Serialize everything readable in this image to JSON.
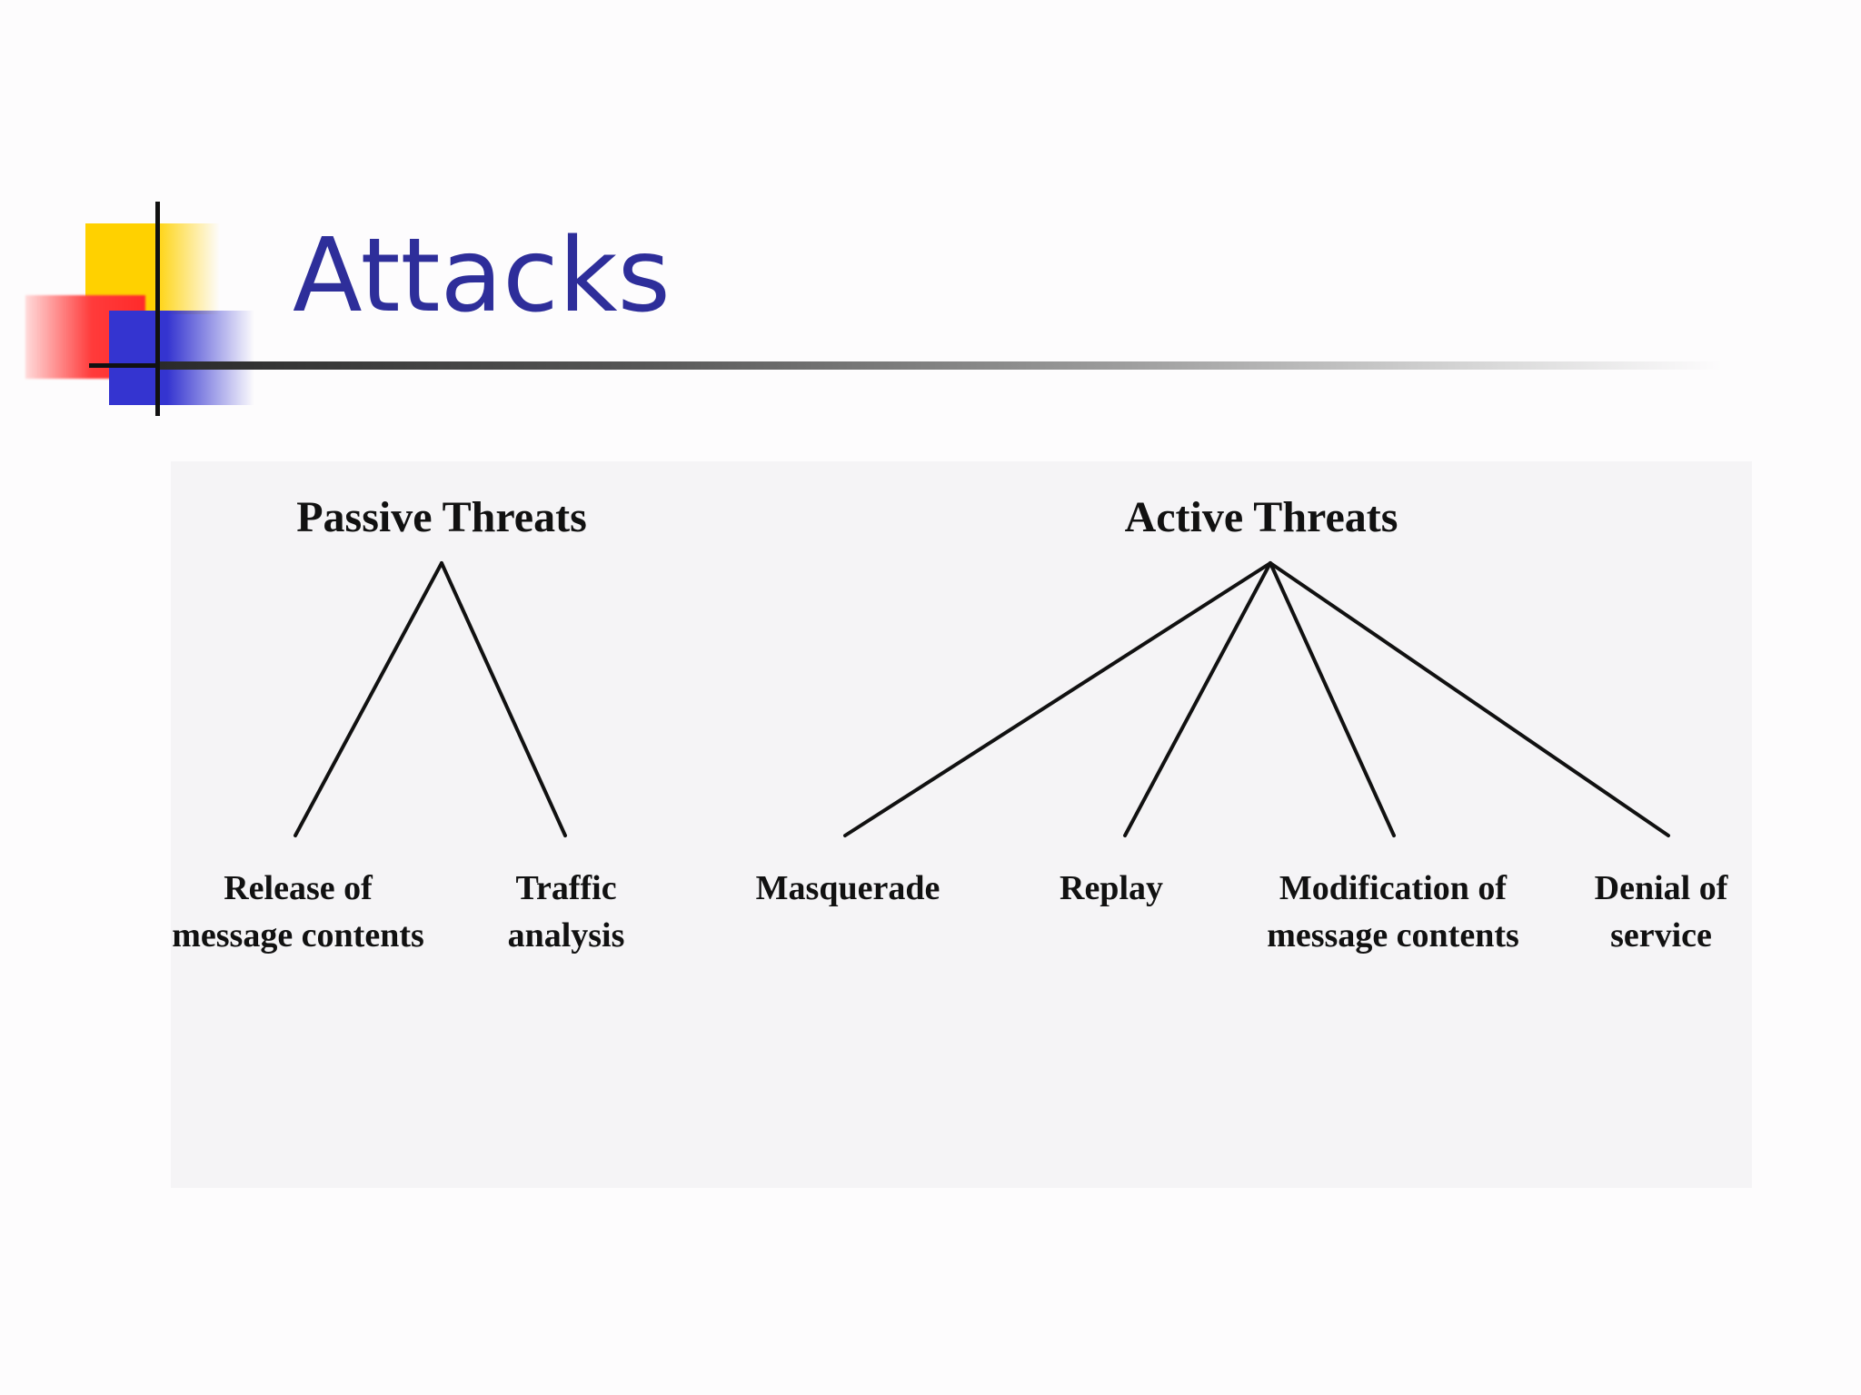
{
  "slide": {
    "title": "Attacks"
  },
  "diagram": {
    "passive": {
      "label": "Passive Threats",
      "children": [
        {
          "line1": "Release of",
          "line2": "message contents"
        },
        {
          "line1": "Traffic",
          "line2": "analysis"
        }
      ]
    },
    "active": {
      "label": "Active Threats",
      "children": [
        {
          "line1": "Masquerade",
          "line2": ""
        },
        {
          "line1": "Replay",
          "line2": ""
        },
        {
          "line1": "Modification of",
          "line2": "message contents"
        },
        {
          "line1": "Denial of",
          "line2": "service"
        }
      ]
    }
  },
  "colors": {
    "title": "#2e2e9a",
    "logo_yellow": "#ffd100",
    "logo_red": "#ff2a2a",
    "logo_blue": "#3434d0"
  }
}
